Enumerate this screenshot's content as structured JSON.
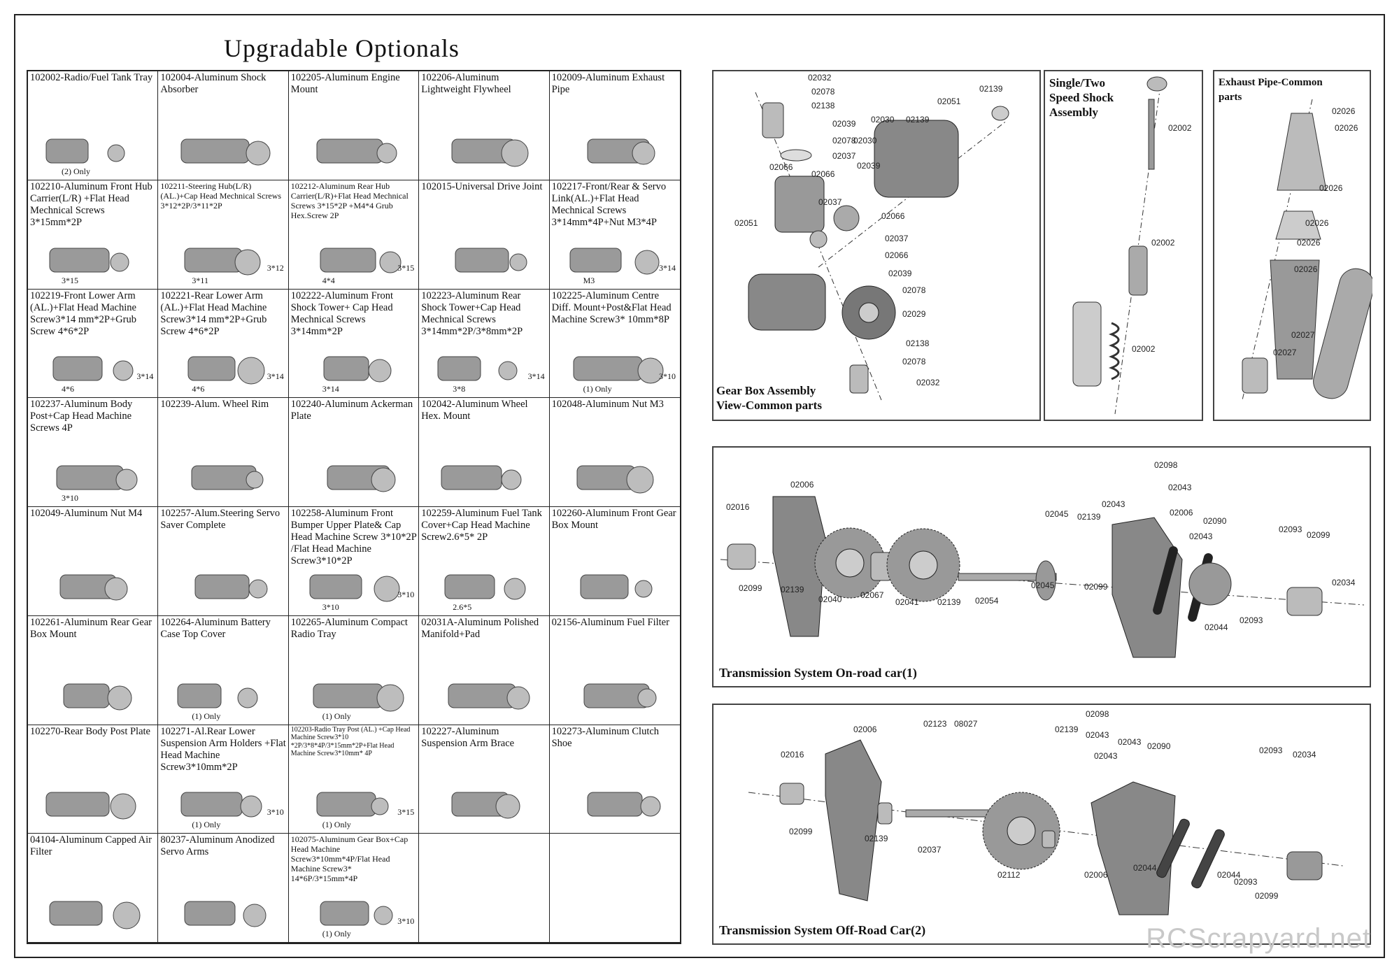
{
  "page": {
    "title": "Upgradable Optionals",
    "watermark": "RCScrapyard.net"
  },
  "parts": [
    {
      "name": "102002-Radio/Fuel Tank Tray",
      "note": "(2)  Only"
    },
    {
      "name": "102004-Aluminum Shock Absorber"
    },
    {
      "name": "102205-Aluminum Engine Mount"
    },
    {
      "name": "102206-Aluminum Lightweight Flywheel"
    },
    {
      "name": "102009-Aluminum Exhaust Pipe"
    },
    {
      "name": "102210-Aluminum Front Hub Carrier(L/R) +Flat Head Mechnical Screws 3*15mm*2P",
      "note": "3*15"
    },
    {
      "name": "102211-Steering Hub(L/R) (AL.)+Cap Head Mechnical Screws 3*12*2P/3*11*2P",
      "note": "3*11",
      "note2": "3*12",
      "size": "small"
    },
    {
      "name": "102212-Aluminum Rear Hub Carrier(L/R)+Flat Head Mechnical Screws 3*15*2P +M4*4 Grub Hex.Screw 2P",
      "note": "4*4",
      "note2": "3*15",
      "size": "small"
    },
    {
      "name": "102015-Universal Drive Joint"
    },
    {
      "name": "102217-Front/Rear & Servo Link(AL.)+Flat Head Mechnical Screws 3*14mm*4P+Nut M3*4P",
      "note": "M3",
      "note2": "3*14"
    },
    {
      "name": "102219-Front Lower Arm (AL.)+Flat Head Machine Screw3*14 mm*2P+Grub Screw 4*6*2P",
      "note": "4*6",
      "note2": "3*14"
    },
    {
      "name": "102221-Rear Lower Arm (AL.)+Flat Head Machine Screw3*14 mm*2P+Grub Screw 4*6*2P",
      "note": "4*6",
      "note2": "3*14"
    },
    {
      "name": "102222-Aluminum Front Shock Tower+ Cap Head Mechnical Screws 3*14mm*2P",
      "note": "3*14"
    },
    {
      "name": "102223-Aluminum Rear Shock Tower+Cap Head Mechnical Screws 3*14mm*2P/3*8mm*2P",
      "note": "3*8",
      "note2": "3*14"
    },
    {
      "name": "102225-Aluminum Centre Diff. Mount+Post&Flat Head Machine Screw3* 10mm*8P",
      "note": "(1)  Only",
      "note2": "3*10"
    },
    {
      "name": "102237-Aluminum Body Post+Cap Head Machine Screws 4P",
      "note": "3*10"
    },
    {
      "name": "102239-Alum. Wheel Rim"
    },
    {
      "name": "102240-Aluminum Ackerman Plate"
    },
    {
      "name": "102042-Aluminum Wheel Hex. Mount"
    },
    {
      "name": "102048-Aluminum Nut M3"
    },
    {
      "name": "102049-Aluminum Nut M4"
    },
    {
      "name": "102257-Alum.Steering Servo Saver Complete"
    },
    {
      "name": "102258-Aluminum Front Bumper Upper Plate& Cap Head Machine Screw 3*10*2P /Flat Head Machine Screw3*10*2P",
      "note": "3*10",
      "note2": "3*10"
    },
    {
      "name": "102259-Aluminum Fuel Tank Cover+Cap Head Machine Screw2.6*5* 2P",
      "note": "2.6*5"
    },
    {
      "name": "102260-Aluminum Front Gear Box Mount"
    },
    {
      "name": "102261-Aluminum Rear Gear Box Mount"
    },
    {
      "name": "102264-Aluminum Battery Case Top Cover",
      "note": "(1)  Only"
    },
    {
      "name": "102265-Aluminum Compact Radio Tray",
      "note": "(1)  Only"
    },
    {
      "name": "02031A-Aluminum Polished Manifold+Pad"
    },
    {
      "name": "02156-Aluminum Fuel Filter"
    },
    {
      "name": "102270-Rear Body Post Plate"
    },
    {
      "name": "102271-Al.Rear Lower Suspension Arm Holders +Flat Head Machine Screw3*10mm*2P",
      "note": "(1)  Only",
      "note2": "3*10"
    },
    {
      "name": "102203-Radio Tray Post (AL.) +Cap Head Machine Screw3*10 *2P/3*8*4P/3*15mm*2P+Flat Head Machine Screw3*10mm* 4P",
      "note": "(1)  Only",
      "note2": "3*15",
      "size": "tiny"
    },
    {
      "name": "102227-Aluminum Suspension Arm Brace"
    },
    {
      "name": "102273-Aluminum Clutch Shoe"
    },
    {
      "name": "04104-Aluminum Capped Air Filter"
    },
    {
      "name": "80237-Aluminum Anodized Servo Arms"
    },
    {
      "name": "102075-Aluminum Gear Box+Cap Head Machine Screw3*10mm*4P/Flat Head Machine Screw3* 14*6P/3*15mm*4P",
      "note": "(1)  Only",
      "note2": "3*10",
      "size": "small"
    },
    {
      "name": ""
    },
    {
      "name": ""
    }
  ],
  "gearbox": {
    "caption": "Gear Box Assembly\nView-Common parts",
    "labels": [
      "02032",
      "02078",
      "02138",
      "02039",
      "02078",
      "02037",
      "02066",
      "02039",
      "02030",
      "02030",
      "02139",
      "02051",
      "02139",
      "02066",
      "02037",
      "02066",
      "02051",
      "02037",
      "02066",
      "02039",
      "02078",
      "02029",
      "02138",
      "02078",
      "02032"
    ]
  },
  "shock": {
    "caption": "Single/Two\nSpeed Shock\nAssembly",
    "labels": [
      "02002",
      "02002",
      "02002"
    ]
  },
  "exhaust": {
    "caption": "Exhaust Pipe-Common\nparts",
    "labels": [
      "02026",
      "02026",
      "02026",
      "02026",
      "02026",
      "02026",
      "02027",
      "02027"
    ]
  },
  "onroad": {
    "caption": "Transmission System On-road car(1)",
    "labels": [
      "02006",
      "02016",
      "02099",
      "02139",
      "02040",
      "02067",
      "02041",
      "02139",
      "02054",
      "02045",
      "02139",
      "02045",
      "02099",
      "02043",
      "02098",
      "02043",
      "02006",
      "02090",
      "02043",
      "02093",
      "02099",
      "02034",
      "02044",
      "02093"
    ]
  },
  "offroad": {
    "caption": "Transmission System Off-Road Car(2)",
    "labels": [
      "02006",
      "02016",
      "02099",
      "02139",
      "02123",
      "08027",
      "02037",
      "02112",
      "02139",
      "02043",
      "02098",
      "02043",
      "02043",
      "02090",
      "02093",
      "02034",
      "02006",
      "02044",
      "02044",
      "02093",
      "02099"
    ]
  }
}
